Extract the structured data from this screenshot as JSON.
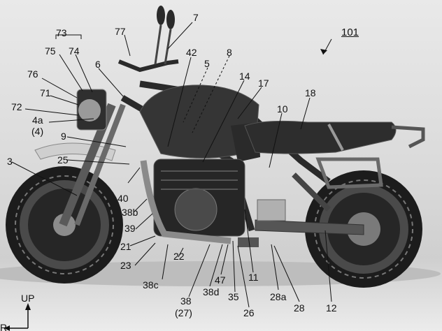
{
  "figure_number": "101",
  "direction": {
    "up": "UP",
    "rear": "R"
  },
  "callouts": {
    "n73": "73",
    "n75": "75",
    "n74": "74",
    "n77": "77",
    "n7": "7",
    "n42": "42",
    "n8": "8",
    "n5": "5",
    "n14": "14",
    "n17": "17",
    "n76": "76",
    "n6": "6",
    "n71": "71",
    "n72": "72",
    "n4a": "4a",
    "n4": "(4)",
    "n9": "9",
    "n18": "18",
    "n10": "10",
    "n3": "3",
    "n25": "25",
    "n40": "40",
    "n38b": "38b",
    "n39": "39",
    "n21": "21",
    "n23": "23",
    "n22": "22",
    "n38c": "38c",
    "n38": "38",
    "n27": "(27)",
    "n38d": "38d",
    "n47": "47",
    "n35": "35",
    "n26": "26",
    "n11": "11",
    "n28a": "28a",
    "n28": "28",
    "n12": "12"
  },
  "colors": {
    "body": "#2a2a2a",
    "tank": "#3a3a3a",
    "metal": "#9a9a9a",
    "seat": "#303030",
    "line": "#111111"
  }
}
